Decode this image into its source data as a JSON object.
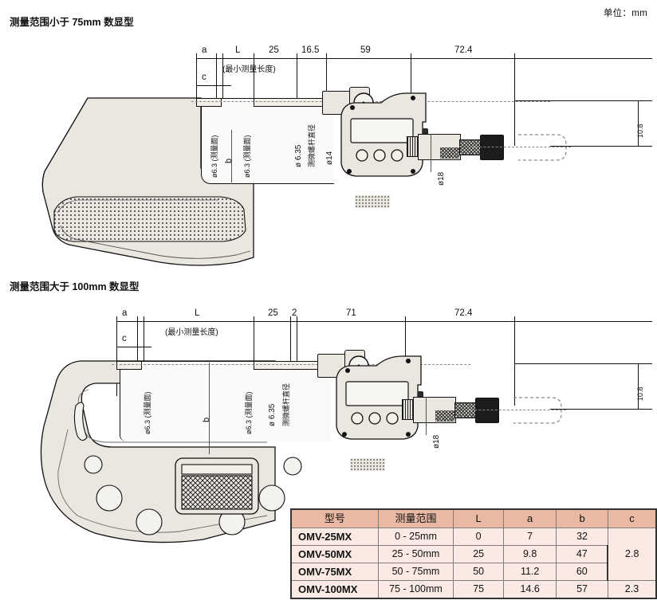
{
  "unit_note": "单位：mm",
  "sections": [
    {
      "title": "测量范围小于 75mm 数显型",
      "dimensions": {
        "a": "a",
        "c": "c",
        "L": "L",
        "L_note": "(最小测量长度)",
        "d1": "25",
        "d2": "16.5",
        "d3": "59",
        "d4": "72.4",
        "height": "10.8",
        "b": "b"
      },
      "callouts": {
        "anvil_face": "ø6.3 (测量面)",
        "spindle_face": "ø6.3 (测量面)",
        "spindle_dia": "ø 6.35",
        "spindle_dia_note": "测微螺杆直径",
        "sleeve_dia": "ø14",
        "thimble_dia": "ø18"
      }
    },
    {
      "title": "测量范围大于 100mm 数显型",
      "dimensions": {
        "a": "a",
        "c": "c",
        "L": "L",
        "L_note": "(最小测量长度)",
        "d1": "25",
        "d2": "2",
        "d3": "71",
        "d4": "72.4",
        "height": "10.8",
        "b": "b"
      },
      "callouts": {
        "anvil_face": "ø6.3 (测量面)",
        "spindle_face": "ø6.3 (测量面)",
        "spindle_dia": "ø 6.35",
        "spindle_dia_note": "测微螺杆直径",
        "thimble_dia": "ø18"
      }
    }
  ],
  "table": {
    "headers": [
      "型号",
      "测量范围",
      "L",
      "a",
      "b",
      "c"
    ],
    "rows": [
      {
        "model": "OMV-25MX",
        "range": "0 - 25mm",
        "L": "0",
        "a": "7",
        "b": "32"
      },
      {
        "model": "OMV-50MX",
        "range": "25 - 50mm",
        "L": "25",
        "a": "9.8",
        "b": "47"
      },
      {
        "model": "OMV-75MX",
        "range": "50 - 75mm",
        "L": "50",
        "a": "11.2",
        "b": "60"
      },
      {
        "model": "OMV-100MX",
        "range": "75 - 100mm",
        "L": "75",
        "a": "14.6",
        "b": "57",
        "c": "2.3"
      }
    ],
    "c_merged_value": "2.8"
  },
  "colors": {
    "table_header_bg": "#eab9a3",
    "table_row_bg": "#fbeae3",
    "body_fill": "#eae7e1",
    "line": "#111111"
  }
}
